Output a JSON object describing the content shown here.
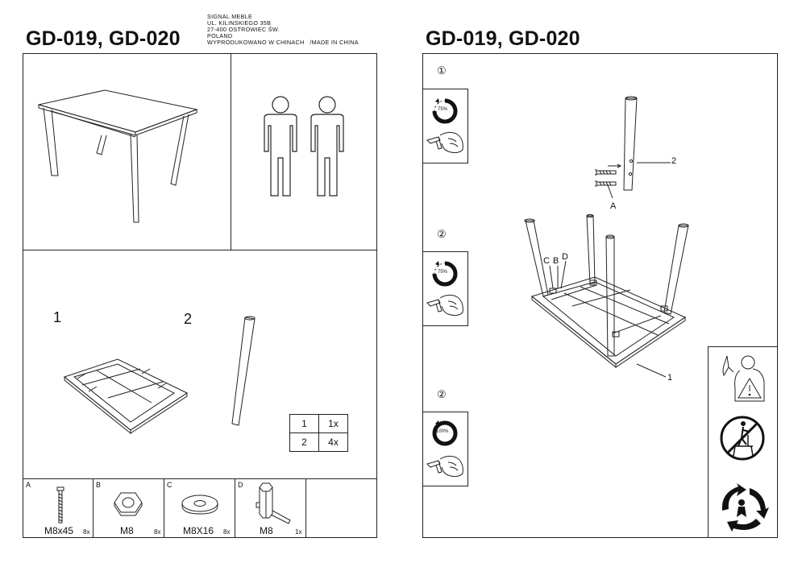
{
  "left_page": {
    "title": "GD-019, GD-020",
    "manufacturer": [
      "SIGNAL MEBLE",
      "UL. KILINSKIEGO 35B",
      "27-400 OSTROWIEC ŚW.",
      "POLAND",
      "WYPRODUKOWANO W CHINACH   /MADE IN CHINA"
    ],
    "part_numbers": [
      "1",
      "2"
    ],
    "quantities": [
      {
        "part": "1",
        "qty": "1x"
      },
      {
        "part": "2",
        "qty": "4x"
      }
    ],
    "hardware": [
      {
        "code": "A",
        "name": "M8x45",
        "qty": "8x",
        "icon": "bolt-icon"
      },
      {
        "code": "B",
        "name": "M8",
        "qty": "8x",
        "icon": "nut-icon"
      },
      {
        "code": "C",
        "name": "M8X16",
        "qty": "8x",
        "icon": "washer-icon"
      },
      {
        "code": "D",
        "name": "M8",
        "qty": "1x",
        "icon": "hex-key-icon"
      }
    ]
  },
  "right_page": {
    "title": "GD-019, GD-020",
    "steps": [
      {
        "number": "①",
        "torque": "75%"
      },
      {
        "number": "②",
        "torque": "75%"
      },
      {
        "number": "②",
        "torque": "100%"
      }
    ],
    "callouts": {
      "leg": "2",
      "bolt": "A",
      "frame": "1",
      "c": "C",
      "b": "B",
      "d": "D"
    },
    "warnings": [
      "no-lean-warning-icon",
      "no-stand-on-chair-icon",
      "recycle-icon"
    ]
  }
}
